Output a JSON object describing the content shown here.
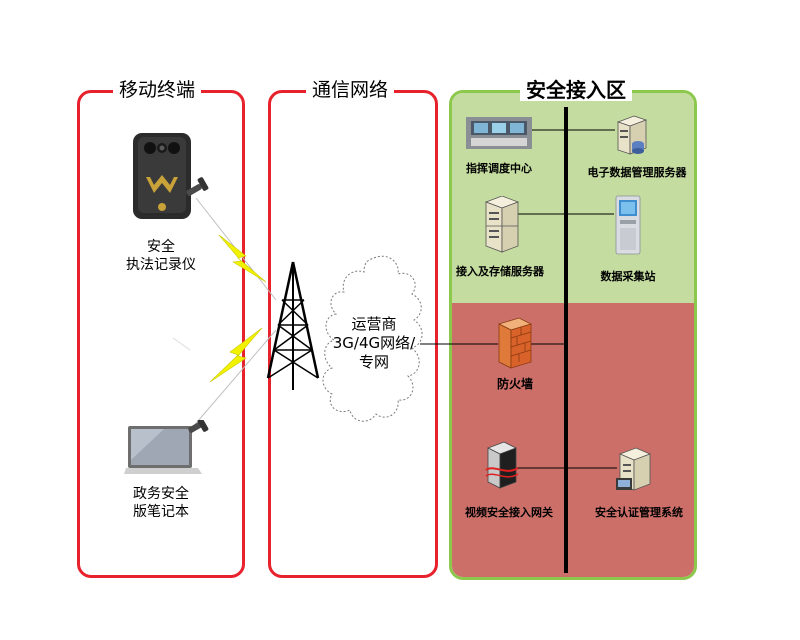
{
  "zones": {
    "mobile": {
      "title": "移动终端"
    },
    "network": {
      "title": "通信网络"
    },
    "secure": {
      "title": "安全接入区"
    }
  },
  "devices": {
    "bodycam": {
      "label": [
        "安全",
        "执法记录仪"
      ]
    },
    "laptop": {
      "label": [
        "政务安全",
        "版笔记本"
      ]
    },
    "cloud": {
      "label": [
        "运营商",
        "3G/4G网络/",
        "专网"
      ]
    },
    "command_center": {
      "label": "指挥调度中心"
    },
    "data_server": {
      "label": "电子数据管理服务器"
    },
    "storage_server": {
      "label": "接入及存储服务器"
    },
    "collection_station": {
      "label": "数据采集站"
    },
    "firewall": {
      "label": "防火墙"
    },
    "video_gateway": {
      "label": "视频安全接入网关"
    },
    "auth_system": {
      "label": "安全认证管理系统"
    }
  },
  "colors": {
    "zone_red_border": "#e8222c",
    "zone_green_border": "#8cc84b",
    "band_green": "#c4dca0",
    "band_red": "#cc6f69",
    "lightning": "#f2f200"
  }
}
